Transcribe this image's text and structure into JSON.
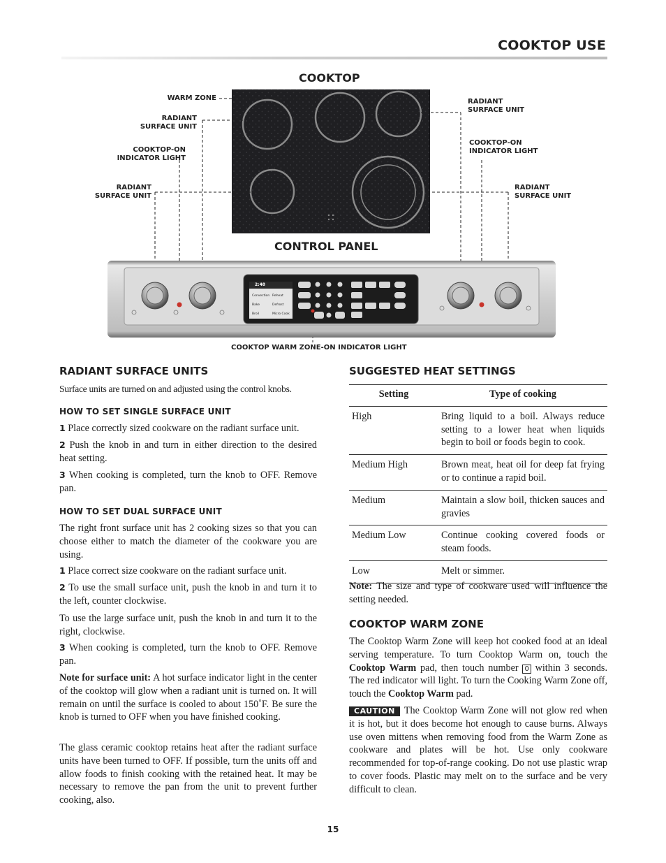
{
  "header": {
    "title": "COOKTOP USE"
  },
  "figure": {
    "cooktop_title": "COOKTOP",
    "control_panel_title": "CONTROL PANEL",
    "callouts": {
      "warm_zone": "WARM ZONE",
      "radiant_surface_unit_left_top": "RADIANT\nSURFACE UNIT",
      "cooktop_on_indicator_left": "COOKTOP-ON\nINDICATOR LIGHT",
      "radiant_surface_unit_left_bottom": "RADIANT\nSURFACE UNIT",
      "radiant_surface_unit_right_top": "RADIANT\nSURFACE UNIT",
      "cooktop_on_indicator_right": "COOKTOP-ON\nINDICATOR LIGHT",
      "radiant_surface_unit_right_bottom": "RADIANT\nSURFACE UNIT",
      "warm_zone_indicator": "COOKTOP WARM ZONE-ON INDICATOR LIGHT"
    },
    "display": {
      "time": "2:48",
      "buttons": [
        "Convection",
        "Reheat",
        "Bake",
        "Defrost",
        "Broil",
        "Micro Cook"
      ]
    }
  },
  "radiant": {
    "title": "RADIANT SURFACE UNITS",
    "intro": "Surface units are turned on and adjusted using the control knobs.",
    "single_title": "HOW TO SET SINGLE SURFACE UNIT",
    "single_steps": [
      {
        "num": "1",
        "text": "Place correctly sized cookware on the radiant surface unit."
      },
      {
        "num": "2",
        "text": "Push the knob in and turn in either direction to the desired heat setting."
      },
      {
        "num": "3",
        "text": "When cooking is completed, turn the knob to OFF. Remove pan."
      }
    ],
    "dual_title": "HOW TO SET DUAL SURFACE UNIT",
    "dual_intro": "The right front surface unit has 2 cooking sizes so that you can choose either to match the diameter of the cookware you are using.",
    "dual_steps": [
      {
        "num": "1",
        "text": "Place correct size cookware on the radiant surface unit."
      },
      {
        "num": "2",
        "text": "To use the small surface unit, push the knob in and turn it to the left, counter clockwise."
      }
    ],
    "dual_large": "To use the large surface unit, push the knob in and turn it to the right, clockwise.",
    "dual_step3": {
      "num": "3",
      "text": "When cooking is completed, turn the knob to OFF. Remove pan."
    },
    "note_label": "Note for surface unit:",
    "note_text": "A hot surface indicator light in the center of the cooktop will glow when a radiant unit is turned on. It will remain on until the surface is cooled to about 150˚F. Be sure the knob is turned to OFF when you have finished cooking.",
    "glass_text": "The glass ceramic cooktop retains heat after the radiant surface units have been turned to OFF. If possible, turn the units off and allow foods to finish cooking with the retained heat. It may be necessary to remove the pan from the unit to prevent further cooking, also."
  },
  "heat": {
    "title": "SUGGESTED HEAT SETTINGS",
    "headers": [
      "Setting",
      "Type of cooking"
    ],
    "rows": [
      {
        "setting": "High",
        "type": "Bring liquid to a boil. Always reduce setting to a lower heat when liquids begin to boil or foods begin to cook."
      },
      {
        "setting": "Medium High",
        "type": "Brown meat, heat oil for deep fat frying or to continue a rapid boil."
      },
      {
        "setting": "Medium",
        "type": "Maintain a slow boil, thicken sauces and gravies"
      },
      {
        "setting": "Medium Low",
        "type": "Continue cooking covered foods or steam foods."
      },
      {
        "setting": "Low",
        "type": "Melt or simmer."
      }
    ],
    "note_label": "Note:",
    "note_text": "The size and type of cookware used will influence the setting needed."
  },
  "warm": {
    "title": "COOKTOP WARM ZONE",
    "p1_a": "The Cooktop Warm Zone will keep hot cooked food at an ideal serving temperature. To turn Cooktop Warm on, touch the ",
    "p1_b1": "Cooktop Warm",
    "p1_c": " pad, then touch number ",
    "p1_key": "0",
    "p1_d": " within 3 seconds. The red indicator will light. To turn the Cooking Warm Zone off, touch the ",
    "p1_b2": "Cooktop Warm",
    "p1_e": " pad.",
    "caution_label": "CAUTION",
    "caution_text": "The Cooktop Warm Zone will not glow red when it is hot, but it does become hot enough to cause burns. Always use oven mittens when removing food from the Warm Zone as cookware and plates will be hot. Use only cookware recommended for top-of-range cooking. Do not use plastic wrap to cover foods. Plastic may melt on to the surface and be very difficult to clean."
  },
  "page_number": "15"
}
